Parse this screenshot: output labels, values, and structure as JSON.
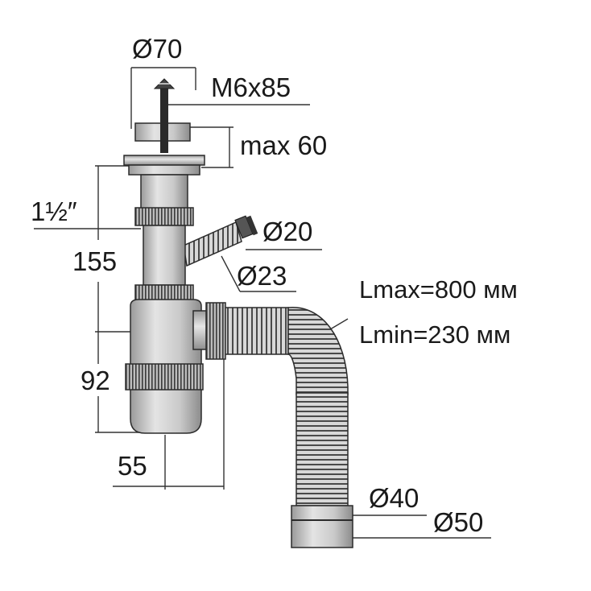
{
  "dimensions": {
    "grate_diameter": "Ø70",
    "screw": "M6x85",
    "max_thickness": "max 60",
    "thread": "1½″",
    "height_upper": "155",
    "side_outlet_small": "Ø20",
    "side_outlet_large": "Ø23",
    "hose_length_max": "Lmax=800 мм",
    "hose_length_min": "Lmin=230 мм",
    "height_lower": "92",
    "offset": "55",
    "outlet_inner": "Ø40",
    "outlet_outer": "Ø50"
  }
}
